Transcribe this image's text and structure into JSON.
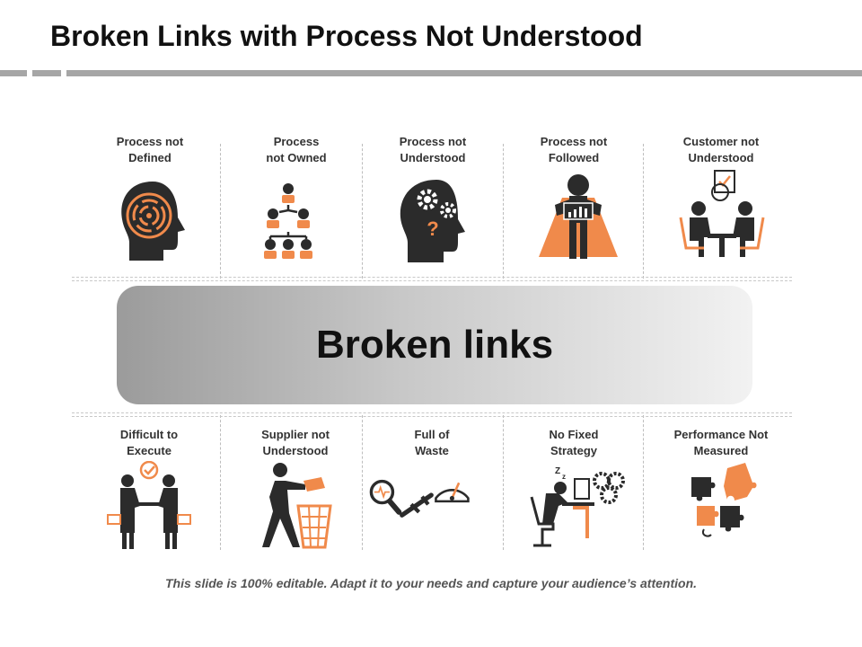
{
  "title": "Broken Links with Process Not Understood",
  "center": {
    "label": "Broken links"
  },
  "top_items": [
    {
      "line1": "Process not",
      "line2": "Defined",
      "icon": "maze-head-icon"
    },
    {
      "line1": "Process",
      "line2": "not Owned",
      "icon": "org-chart-icon"
    },
    {
      "line1": "Process not",
      "line2": "Understood",
      "icon": "gears-head-icon"
    },
    {
      "line1": "Process not",
      "line2": "Followed",
      "icon": "presenter-icon"
    },
    {
      "line1": "Customer not",
      "line2": "Understood",
      "icon": "meeting-icon"
    }
  ],
  "bottom_items": [
    {
      "line1": "Difficult to",
      "line2": "Execute",
      "icon": "handshake-icon"
    },
    {
      "line1": "Supplier not",
      "line2": "Understood",
      "icon": "throw-away-icon"
    },
    {
      "line1": "Full of",
      "line2": "Waste",
      "icon": "inspection-gauge-icon"
    },
    {
      "line1": "No Fixed",
      "line2": "Strategy",
      "icon": "sleeping-worker-icon"
    },
    {
      "line1": "Performance Not",
      "line2": "Measured",
      "icon": "puzzle-icon"
    }
  ],
  "footer": "This slide is 100% editable. Adapt it to your needs and capture your audience’s attention.",
  "colors": {
    "accent": "#f08a4b",
    "dark": "#2b2b2b",
    "bar": "#a6a6a6"
  }
}
